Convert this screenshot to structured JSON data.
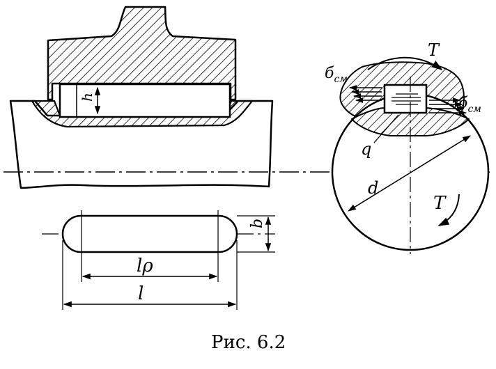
{
  "labels": {
    "h": "h",
    "b": "b",
    "lp": "lρ",
    "l": "l",
    "d": "d",
    "q": "q",
    "t_top": "T",
    "t_shaft": "T",
    "sigma_left": "б",
    "sigma_left_sub": "см",
    "sigma_right": "б",
    "sigma_right_sub": "см"
  },
  "caption": "Рис.  6.2",
  "colors": {
    "ink": "#000000",
    "paper": "#ffffff"
  }
}
